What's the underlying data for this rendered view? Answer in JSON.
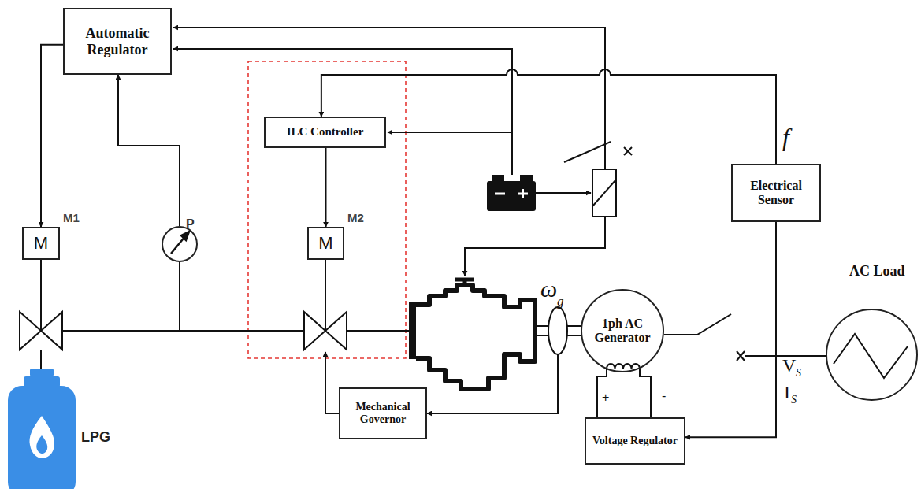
{
  "diagram": {
    "nodes": [
      {
        "text": [
          "Automatic Regulator"
        ]
      },
      {
        "text": [
          "ILC Controller"
        ]
      },
      {
        "text": [
          "Electrical Sensor"
        ]
      },
      {
        "text": [
          "M1",
          "M"
        ]
      },
      {
        "text": [
          "P"
        ]
      },
      {
        "text": [
          "M2",
          "M"
        ]
      },
      {
        "text": [
          "AC Load"
        ]
      },
      {
        "text": [
          "1ph AC Generator"
        ]
      },
      {
        "text": [
          "Mechanical Governor"
        ]
      },
      {
        "text": [
          "Voltage Regulator"
        ]
      },
      {
        "text": [
          "LPG"
        ]
      }
    ],
    "edges": [
      {
        "from": 0,
        "to": 3,
        "arrow": "to"
      },
      {
        "from": 4,
        "to": 0,
        "arrow": "to"
      },
      {
        "from": 1,
        "to": 5,
        "arrow": "to"
      },
      {
        "from": 2,
        "to": 1,
        "arrow": "to"
      },
      {
        "from": 2,
        "to": 9,
        "arrow": "to"
      },
      {
        "from": 7,
        "to": 6,
        "arrow": "none"
      },
      {
        "from": 9,
        "to": 7,
        "arrow": "none"
      }
    ],
    "labels": [
      "ω",
      "g",
      "f",
      "V",
      "S",
      "I",
      "S",
      "+",
      "-"
    ]
  }
}
